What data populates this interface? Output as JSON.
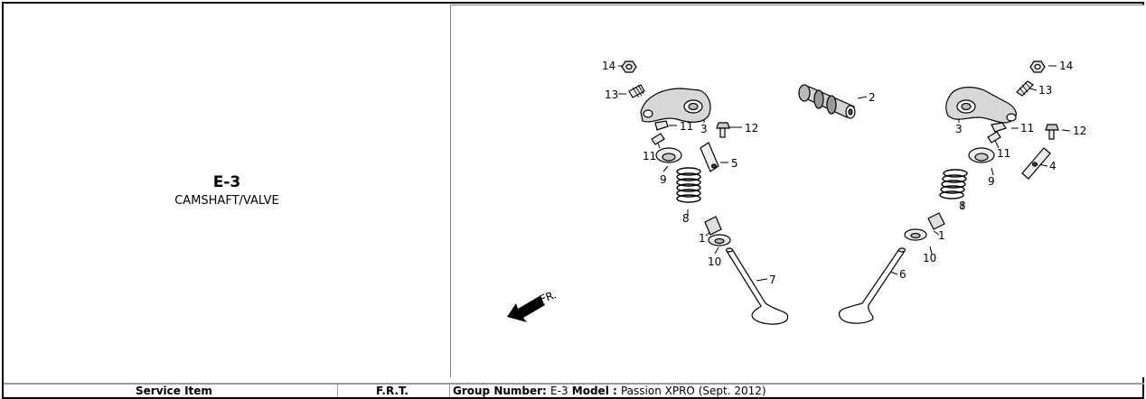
{
  "left": {
    "code": "E-3",
    "group_name": "CAMSHAFT/VALVE"
  },
  "diagram": {
    "direction_label": "FR.",
    "callouts": {
      "c14a": "14",
      "c13a": "13",
      "c3a": "3",
      "c12a": "12",
      "c11a": "11",
      "c11b": "11",
      "c5": "5",
      "c9a": "9",
      "c8a": "8",
      "c1a": "1",
      "c10a": "10",
      "c7": "7",
      "c2": "2",
      "c14b": "14",
      "c13b": "13",
      "c3b": "3",
      "c11c": "11",
      "c12b": "12",
      "c11d": "11",
      "c4": "4",
      "c9b": "9",
      "c8b": "8",
      "c1b": "1",
      "c10b": "10",
      "c6": "6"
    }
  },
  "table": {
    "service_item_header": "Service Item",
    "frt_header": "F.R.T.",
    "group_number_label": "Group Number:",
    "group_number_value": "E-3",
    "model_label": "Model :",
    "model_value": "Passion XPRO (Sept. 2012)"
  }
}
